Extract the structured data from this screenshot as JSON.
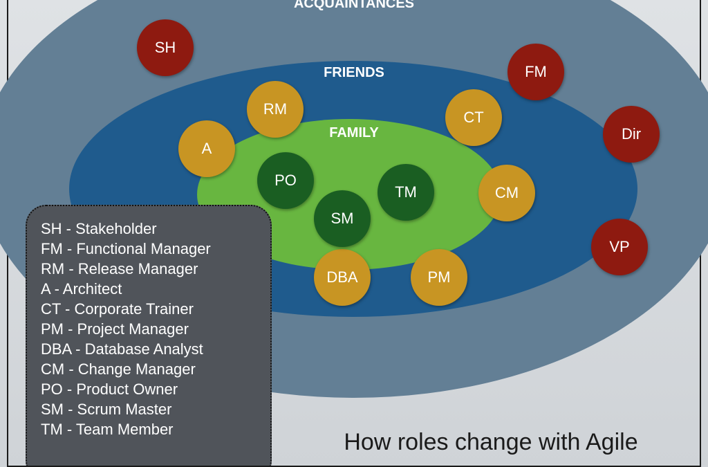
{
  "rings": {
    "acquaintances": "ACQUAINTANCES",
    "friends": "FRIENDS",
    "family": "FAMILY"
  },
  "roles": {
    "sh": "SH",
    "fm": "FM",
    "dir": "Dir",
    "vp": "VP",
    "rm": "RM",
    "ct": "CT",
    "a": "A",
    "cm": "CM",
    "dba": "DBA",
    "pm": "PM",
    "po": "PO",
    "tm": "TM",
    "sm": "SM"
  },
  "legend": [
    "SH - Stakeholder",
    "FM - Functional Manager",
    "RM - Release Manager",
    "A - Architect",
    "CT - Corporate Trainer",
    "PM - Project Manager",
    "DBA - Database Analyst",
    "CM - Change Manager",
    "PO - Product Owner",
    "SM - Scrum Master",
    "TM - Team Member"
  ],
  "caption": "How roles change with Agile",
  "colors": {
    "acquaintances_ring": "#637f95",
    "friends_ring": "#1f5b8d",
    "family_ring": "#68b640",
    "outer_role": "#8e1a10",
    "mid_role": "#c89523",
    "inner_role": "#1a5e22",
    "legend_box": "#50545a"
  }
}
